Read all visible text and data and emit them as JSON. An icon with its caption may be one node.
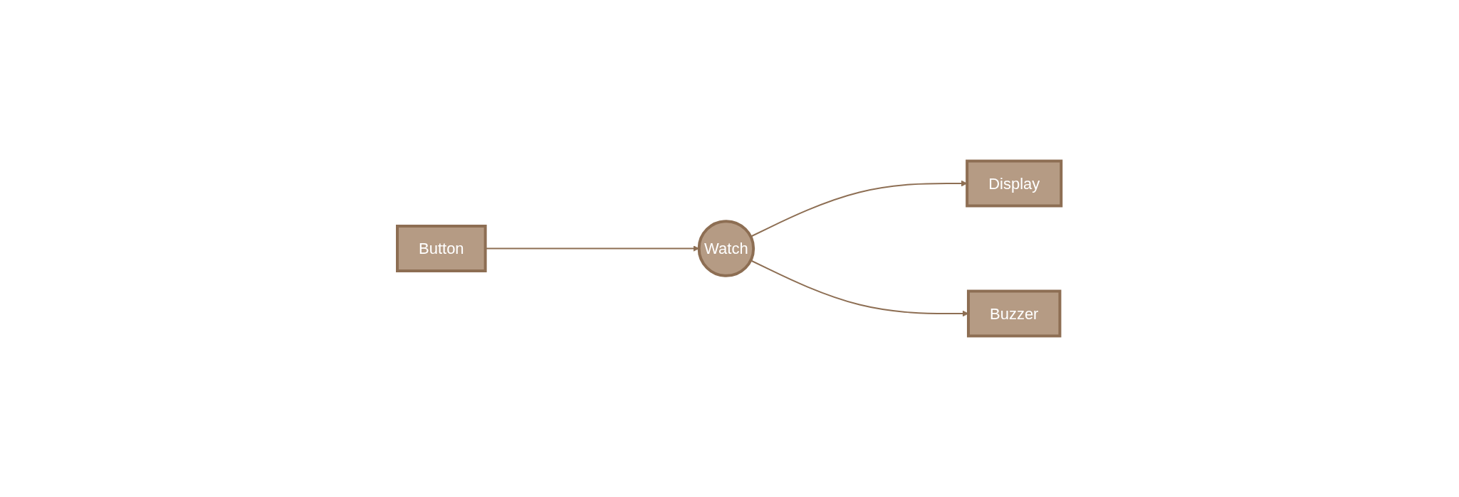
{
  "diagram": {
    "nodes": [
      {
        "text": [
          "Button"
        ]
      },
      {
        "text": [
          "Watch"
        ]
      },
      {
        "text": [
          "Display"
        ]
      },
      {
        "text": [
          "Buzzer"
        ]
      }
    ],
    "edges": [
      {
        "from": 0,
        "to": 1,
        "arrow": "to"
      },
      {
        "from": 1,
        "to": 2,
        "arrow": "to"
      },
      {
        "from": 1,
        "to": 3,
        "arrow": "to"
      }
    ]
  }
}
